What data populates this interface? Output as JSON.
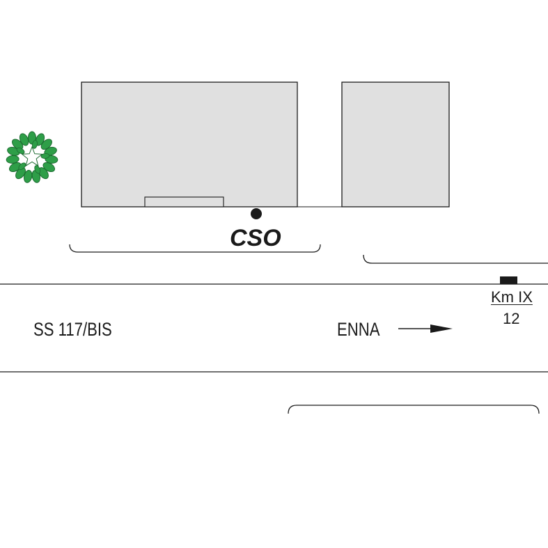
{
  "road": {
    "name": "SS 117/BIS",
    "direction_label": "ENNA"
  },
  "station": {
    "code": "CSO"
  },
  "milestone": {
    "label": "Km IX",
    "value": "12"
  },
  "colors": {
    "building_fill": "#e0e0e0",
    "stroke": "#1a1a1a",
    "logo_green": "#2e9e48",
    "logo_dark_green": "#1d6b31"
  },
  "icons": {
    "logo": "green-star-wreath-icon",
    "direction": "arrow-right-icon",
    "location": "station-dot-icon",
    "milestone": "milestone-marker-icon"
  }
}
